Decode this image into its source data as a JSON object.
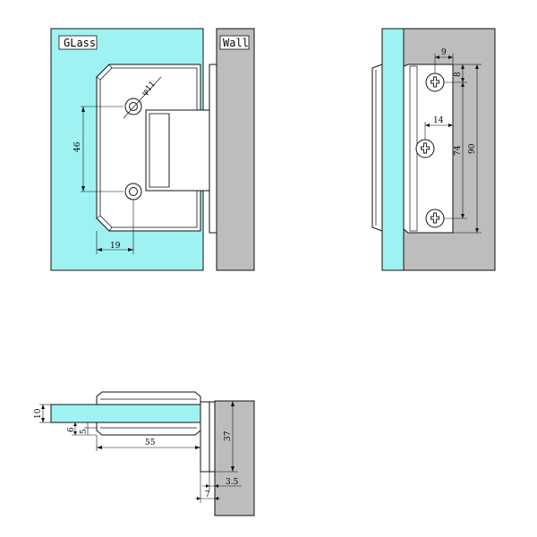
{
  "colors": {
    "glass": "#9ff2f2",
    "wall": "#bdbdbd",
    "stroke": "#111111",
    "background": "#ffffff"
  },
  "front_view": {
    "glass_label": "GLass",
    "wall_label": "Wall",
    "hole_diameter": "φ11",
    "hole_spacing": "46",
    "hole_offset": "19"
  },
  "side_view": {
    "dim_top": "9",
    "dim_top_gap": "8",
    "dim_center": "14",
    "dim_hole_span": "74",
    "dim_height": "90"
  },
  "top_view": {
    "dim_glass_thickness": "10",
    "dim_6": "6",
    "dim_5": "5",
    "dim_55": "55",
    "dim_37": "37",
    "dim_3_5": "3.5",
    "dim_7": "7"
  }
}
